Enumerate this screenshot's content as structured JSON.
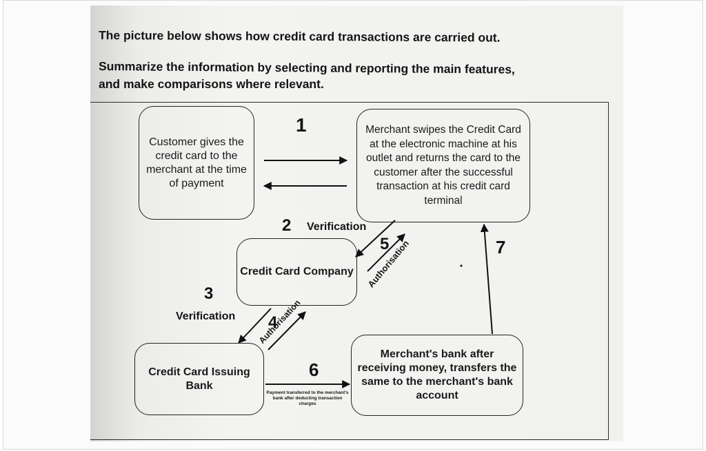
{
  "instructions": {
    "line1": "The picture below shows how credit card transactions are carried out.",
    "line2": "Summarize the information by selecting and reporting the main features,",
    "line3": "and make comparisons where relevant."
  },
  "diagram": {
    "nodes": {
      "customer": "Customer gives the credit card to the merchant at the time of payment",
      "merchant": "Merchant swipes the Credit Card at the electronic machine at his outlet and returns the card to the customer after the successful transaction at his credit card terminal",
      "company": "Credit Card Company",
      "issuing_bank": "Credit Card Issuing Bank",
      "merchant_bank": "Merchant's bank after receiving money, transfers the same to the merchant's bank account"
    },
    "steps": {
      "s1": "1",
      "s2": "2",
      "s2_label": "Verification",
      "s3": "3",
      "s3_label": "Verification",
      "s4": "4",
      "s4_label": "Authorisation",
      "s5": "5",
      "s5_label": "Authorisation",
      "s6": "6",
      "s6_label": "Payment transferred to the merchant's bank after deducting transaction charges",
      "s7": "7"
    }
  }
}
